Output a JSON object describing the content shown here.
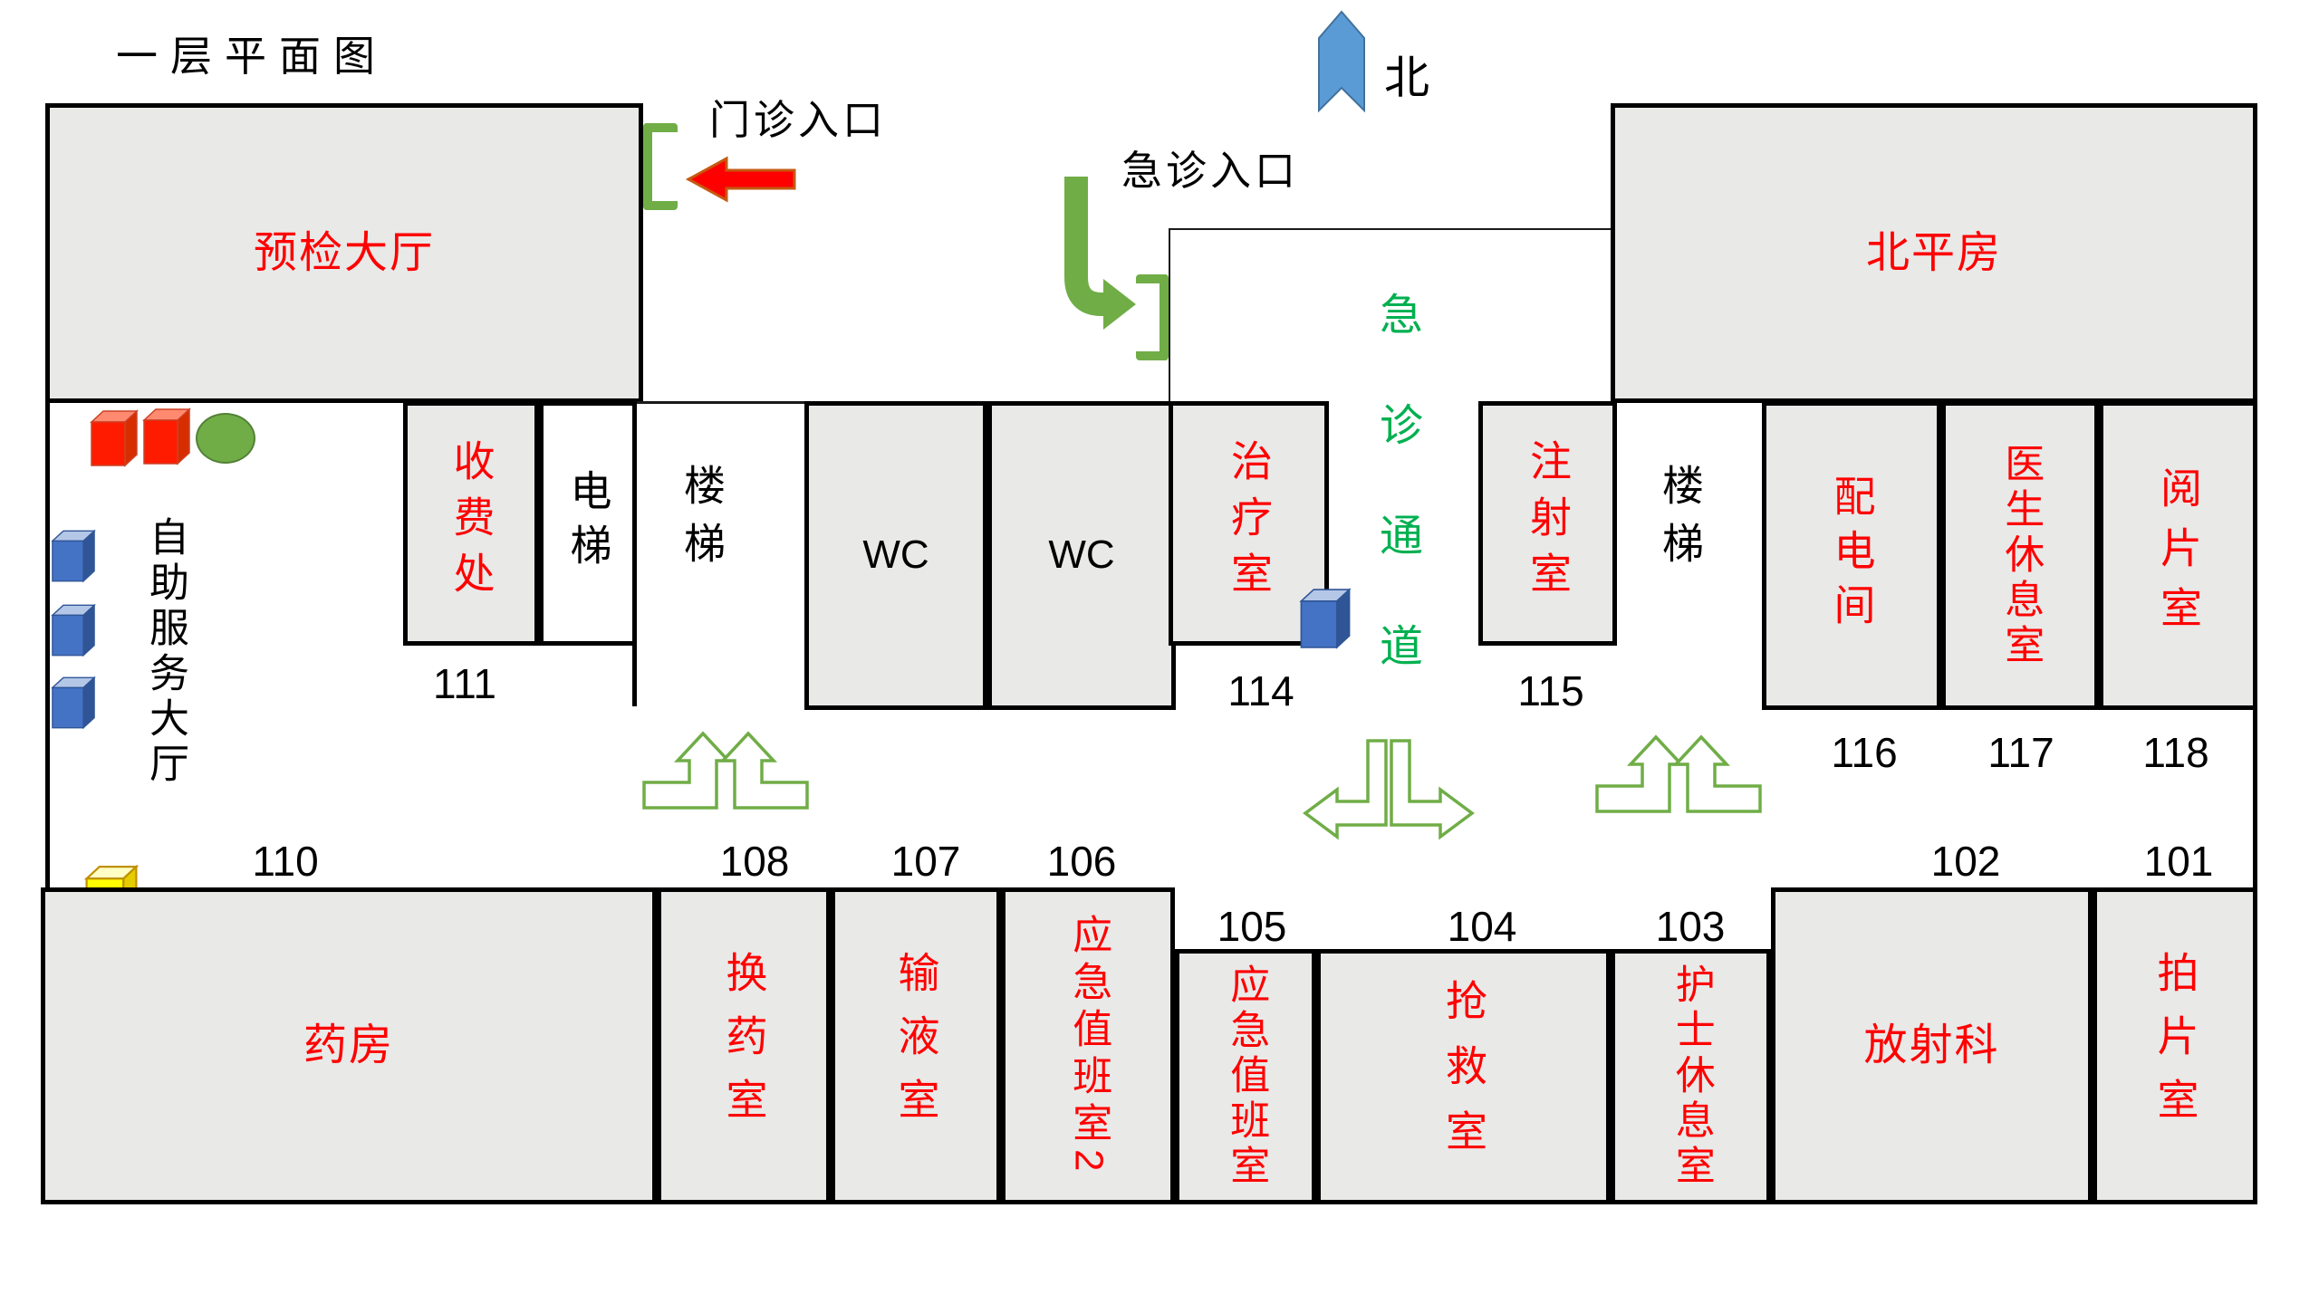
{
  "title": "一层平面图",
  "compass": {
    "label": "北"
  },
  "entrances": {
    "outpatient": "门诊入口",
    "emergency": "急诊入口"
  },
  "corridor": {
    "label": "急诊通道"
  },
  "lobby": {
    "label": "自助服务大厅"
  },
  "rooms": {
    "triage_hall": {
      "label": "预检大厅"
    },
    "north_bungalow": {
      "label": "北平房"
    },
    "cashier": {
      "label": "收费处",
      "number": "111"
    },
    "elevator": {
      "label": "电梯"
    },
    "stairs_left": {
      "label": "楼梯"
    },
    "wc_left": {
      "label": "WC"
    },
    "wc_right": {
      "label": "WC"
    },
    "treatment": {
      "label": "治疗室",
      "number": "114"
    },
    "injection": {
      "label": "注射室",
      "number": "115"
    },
    "stairs_right": {
      "label": "楼梯"
    },
    "power_room": {
      "label": "配电间",
      "number": "116"
    },
    "doctor_lounge": {
      "label": "医生休息室",
      "number": "117"
    },
    "film_reading": {
      "label": "阅片室",
      "number": "118"
    },
    "pharmacy": {
      "label": "药房",
      "number": "110"
    },
    "dressing": {
      "label": "换药室",
      "number": "108"
    },
    "infusion": {
      "label": "输液室",
      "number": "107"
    },
    "emergency_duty2": {
      "label": "应急值班室2",
      "number": "106"
    },
    "emergency_duty": {
      "label": "应急值班室",
      "number": "105"
    },
    "rescue": {
      "label": "抢救室",
      "number": "104"
    },
    "nurse_lounge": {
      "label": "护士休息室",
      "number": "103"
    },
    "radiology": {
      "label": "放射科",
      "number": "102"
    },
    "xray": {
      "label": "拍片室",
      "number": "101"
    }
  },
  "colors": {
    "room_fill": "#e9e9e8",
    "wall": "#000000",
    "label_red": "#ff0000",
    "corridor_green": "#00b050",
    "shape_green": "#70ad47",
    "north_blue": "#5b9bd5",
    "arrow_red": "#ff0000"
  }
}
